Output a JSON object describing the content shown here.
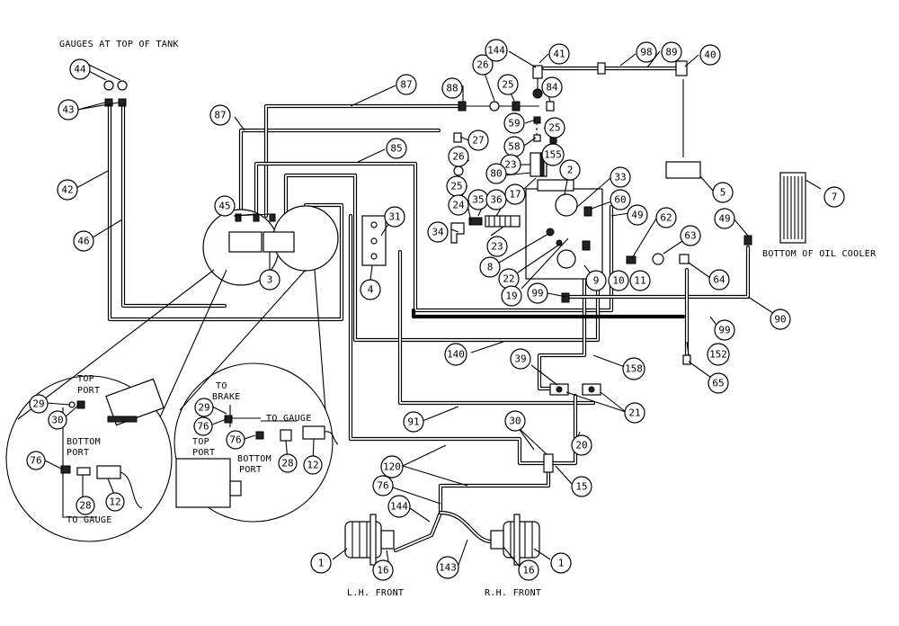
{
  "labels": {
    "gauges": "GAUGES AT TOP OF TANK",
    "oil_cooler": "BOTTOM OF OIL COOLER",
    "lh_front": "L.H. FRONT",
    "rh_front": "R.H. FRONT",
    "left_detail": {
      "top_port": [
        "TOP",
        "PORT"
      ],
      "bottom_port": [
        "BOTTOM",
        "PORT"
      ],
      "to_gauge": "TO GAUGE"
    },
    "right_detail": {
      "to_brake": [
        "TO",
        "BRAKE"
      ],
      "to_gauge": "TO GAUGE",
      "top_port": [
        "TOP",
        "PORT"
      ],
      "bottom_port": [
        "BOTTOM",
        "PORT"
      ]
    }
  },
  "callouts": {
    "c44": "44",
    "c43": "43",
    "c42": "42",
    "c46": "46",
    "c87a": "87",
    "c87b": "87",
    "c45": "45",
    "c3": "3",
    "c85": "85",
    "c88": "88",
    "c26a": "26",
    "c25a": "25",
    "c144a": "144",
    "c41": "41",
    "c84": "84",
    "c59": "59",
    "c58": "58",
    "c27": "27",
    "c98": "98",
    "c89": "89",
    "c40": "40",
    "c25b": "25",
    "c155": "155",
    "c23a": "23",
    "c80": "80",
    "c26b": "26",
    "c25c": "25",
    "c24": "24",
    "c35": "35",
    "c36": "36",
    "c17": "17",
    "c2": "2",
    "c33": "33",
    "c60": "60",
    "c34": "34",
    "c23b": "23",
    "c8": "8",
    "c22": "22",
    "c19": "19",
    "c99a": "99",
    "c9": "9",
    "c10": "10",
    "c11": "11",
    "c49a": "49",
    "c62": "62",
    "c63": "63",
    "c64": "64",
    "c49b": "49",
    "c5": "5",
    "c7": "7",
    "c31": "31",
    "c4": "4",
    "c90": "90",
    "c99b": "99",
    "c152": "152",
    "c65": "65",
    "c140": "140",
    "c39": "39",
    "c158": "158",
    "c21": "21",
    "c91": "91",
    "c30a": "30",
    "c20": "20",
    "c120": "120",
    "c15": "15",
    "c76a": "76",
    "c144b": "144",
    "c1a": "1",
    "c16a": "16",
    "c143": "143",
    "c16b": "16",
    "c1b": "1",
    "d29a": "29",
    "d30": "30",
    "d76a": "76",
    "d28a": "28",
    "d12a": "12",
    "d29b": "29",
    "d76b": "76",
    "d76c": "76",
    "d28b": "28",
    "d12b": "12"
  }
}
